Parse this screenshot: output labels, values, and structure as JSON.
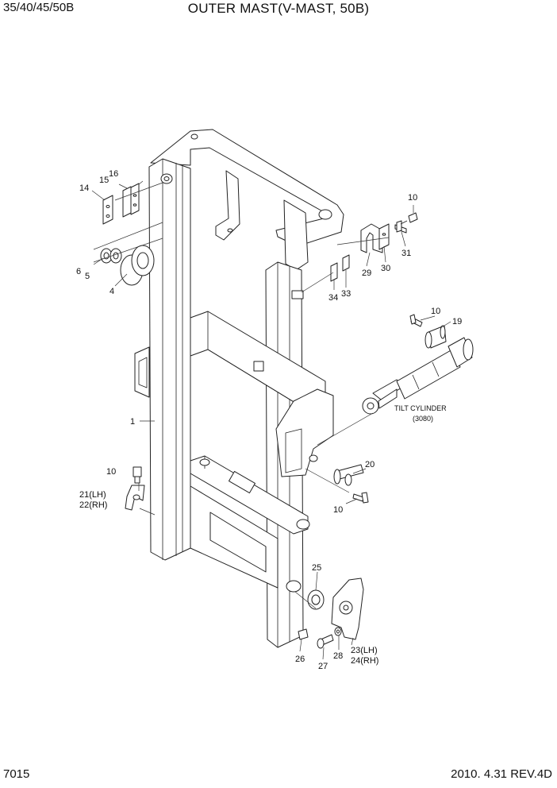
{
  "header": {
    "model": "35/40/45/50B",
    "title": "OUTER MAST(V-MAST, 50B)"
  },
  "footer": {
    "page_number": "7015",
    "revision": "2010. 4.31  REV.4D"
  },
  "tilt_cylinder": {
    "label": "TILT CYLINDER",
    "ref": "(3080)"
  },
  "callouts": {
    "p1": "1",
    "p4": "4",
    "p5": "5",
    "p6": "6",
    "p10a": "10",
    "p10b": "10",
    "p10c": "10",
    "p10d": "10",
    "p14": "14",
    "p15": "15",
    "p16": "16",
    "p19": "19",
    "p20": "20",
    "p21": "21(LH)",
    "p22": "22(RH)",
    "p23": "23(LH)",
    "p24": "24(RH)",
    "p25": "25",
    "p26": "26",
    "p27": "27",
    "p28": "28",
    "p29": "29",
    "p30": "30",
    "p31": "31",
    "p33": "33",
    "p34": "34"
  }
}
